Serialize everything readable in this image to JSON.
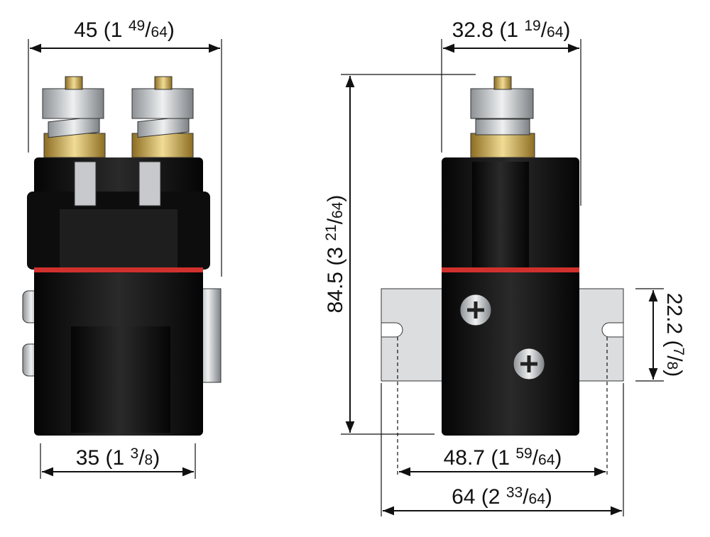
{
  "dimensions": {
    "front_width": {
      "mm": "45",
      "whole": "1",
      "num": "49",
      "den": "64"
    },
    "front_base": {
      "mm": "35",
      "whole": "1",
      "num": "3",
      "den": "8"
    },
    "side_width": {
      "mm": "32.8",
      "whole": "1",
      "num": "19",
      "den": "64"
    },
    "height": {
      "mm": "84.5",
      "whole": "3",
      "num": "21",
      "den": "64"
    },
    "bracket_height": {
      "mm": "22.2",
      "num": "7",
      "den": "8"
    },
    "slot_spacing": {
      "mm": "48.7",
      "whole": "1",
      "num": "59",
      "den": "64"
    },
    "bracket_width": {
      "mm": "64",
      "whole": "2",
      "num": "33",
      "den": "64"
    }
  },
  "colors": {
    "body": "#111111",
    "stripe": "#d0312d",
    "bracket": "#d9dadb",
    "brass": "#c9a94a",
    "steel": "#b9bcbf"
  }
}
